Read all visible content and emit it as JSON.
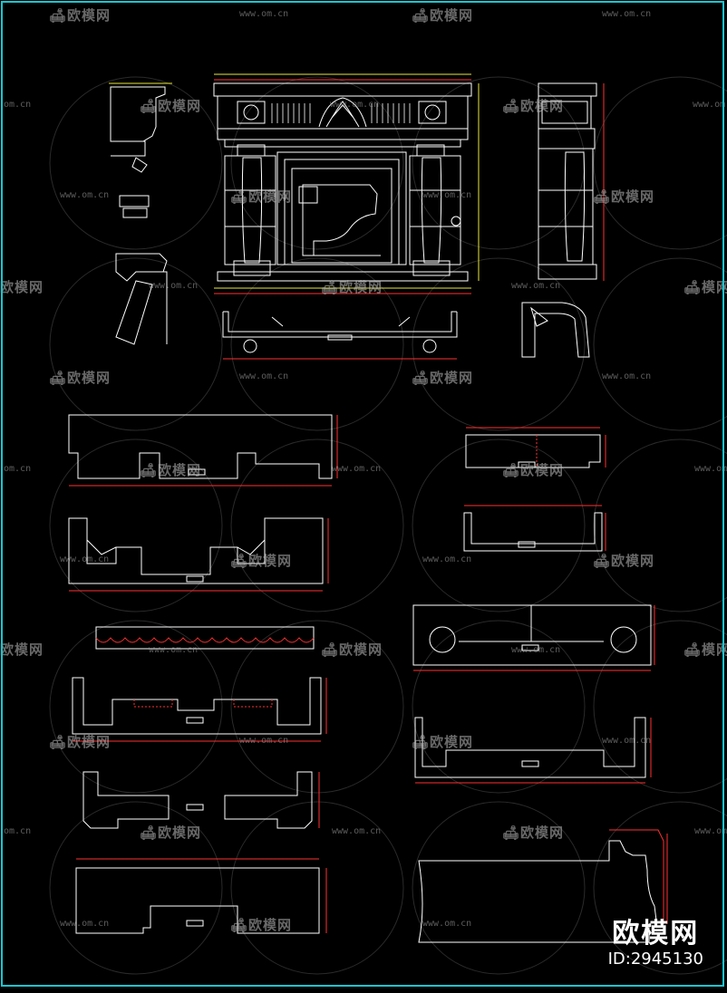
{
  "drawing": {
    "watermark_brand": "欧模网",
    "watermark_url": "www.om.cn",
    "watermark_url_fragment": "om.cn",
    "watermark_brand_fragment": "模网",
    "footer_brand": "欧模网",
    "footer_id": "ID:2945130"
  },
  "colors": {
    "background": "#000000",
    "frame": "#19c6d0",
    "line": "#ffffff",
    "dimension": "#ff3030",
    "dimension_alt": "#e8e83a",
    "watermark": "#bdbdbd"
  },
  "icons": [
    "sofa-logo-icon"
  ]
}
